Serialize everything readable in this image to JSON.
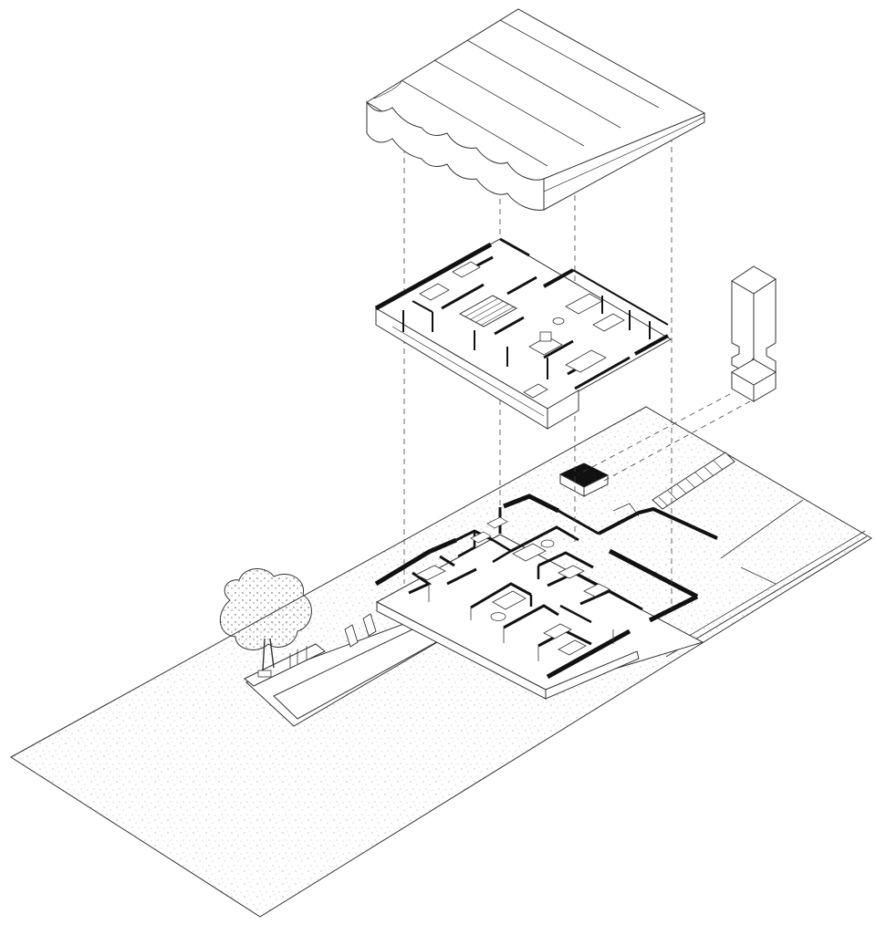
{
  "drawing": {
    "type": "exploded-axonometric",
    "colors": {
      "background": "#ffffff",
      "line": "#222222",
      "wall": "#111111",
      "stipple": "#9a9a9a"
    },
    "layers": [
      {
        "name": "roof",
        "kind": "corrugated-vault-roof"
      },
      {
        "name": "upper-floor",
        "kind": "floor-plan-slab"
      },
      {
        "name": "ground-floor",
        "kind": "floor-plan"
      },
      {
        "name": "site",
        "kind": "stippled-ground"
      }
    ],
    "features": [
      "pool",
      "tree",
      "lounge-chairs",
      "outdoor-bench",
      "ramp",
      "water-tower",
      "skylight-cube"
    ]
  }
}
